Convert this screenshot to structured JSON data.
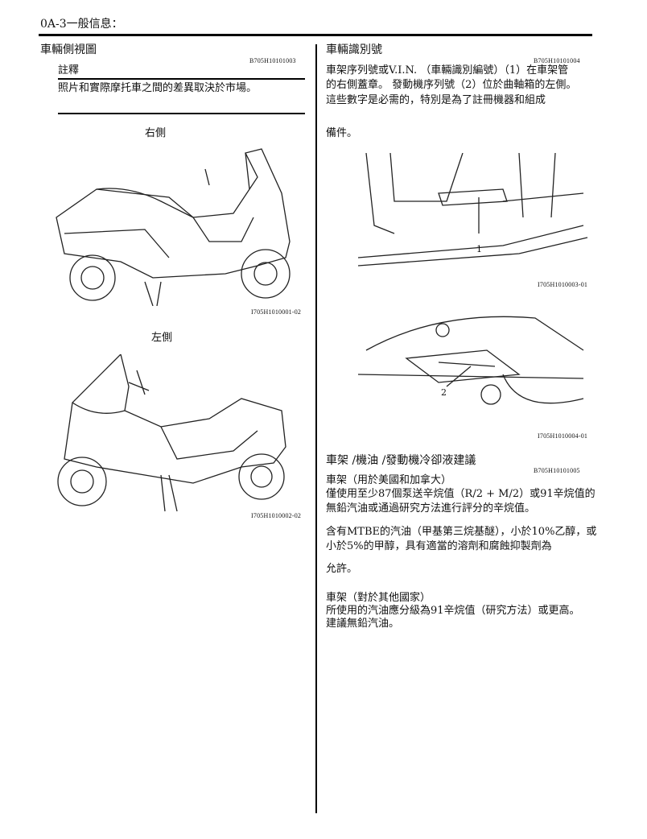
{
  "header": {
    "title": "0A-3一般信息："
  },
  "left": {
    "section_title": "車輛側視圖",
    "code": "B705H10101003",
    "note_label": "註釋",
    "note_text": "照片和實際摩托車之間的差異取決於市場。",
    "right_side_label": "右側",
    "right_fig_code": "I705H1010001-02",
    "left_side_label": "左側",
    "left_fig_code": "I705H1010002-02"
  },
  "right": {
    "vin": {
      "title": "車輛識別號",
      "code": "B705H10101004",
      "lines": [
        "車架序列號或V.I.N. （車輛識別編號）（1）在車架管",
        "的右側蓋章。 發動機序列號（2）位於曲軸箱的左側。",
        "這些數字是必需的，特別是為了註冊機器和組成",
        "備件。"
      ],
      "fig1_callout": "1",
      "fig1_code": "I705H1010003-01",
      "fig2_callout": "2",
      "fig2_code": "I705H1010004-01"
    },
    "fuel": {
      "title": "車架 /機油 /發動機冷卻液建議",
      "code": "B705H10101005",
      "lines": [
        "車架（用於美國和加拿大）",
        "僅使用至少87個泵送辛烷值（R/2 + M/2）或91辛烷值的",
        "無鉛汽油或通過研究方法進行評分的辛烷值。",
        "含有MTBE的汽油（甲基第三烷基醚），小於10%乙醇，或",
        "小於5%的甲醇，具有適當的溶劑和腐蝕抑製劑為",
        "允許。",
        "車架（對於其他國家）",
        "所使用的汽油應分級為91辛烷值（研究方法）或更高。",
        "建議無鉛汽油。"
      ]
    }
  }
}
